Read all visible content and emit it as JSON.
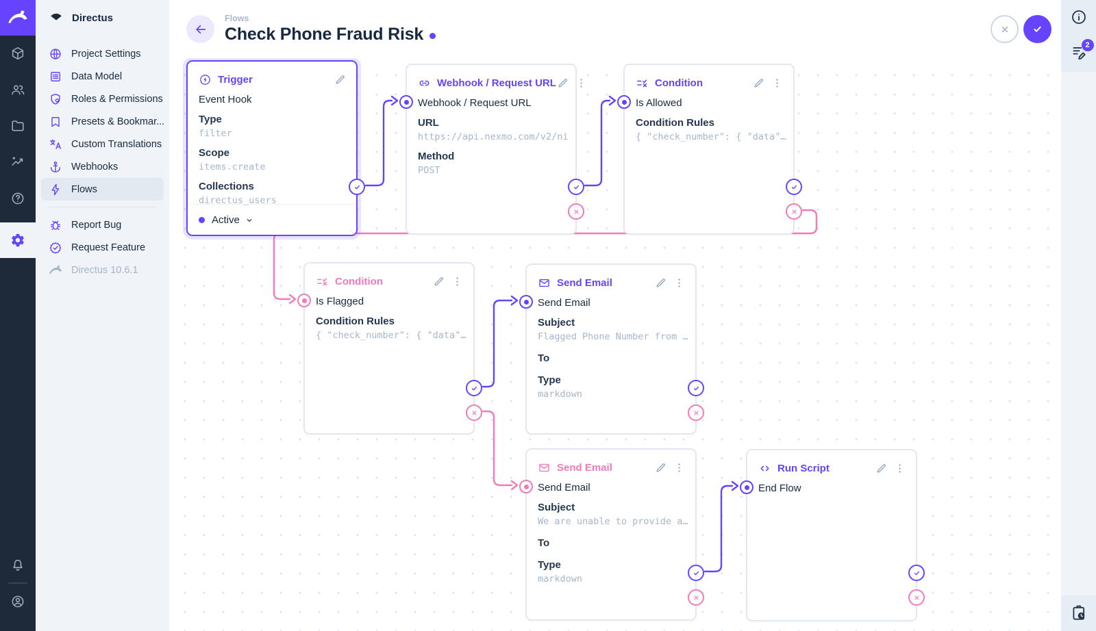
{
  "colors": {
    "accent_purple": "#6644FF",
    "reject_pink": "#F27AB8",
    "text_dark": "#172940",
    "text_muted_mono": "#A6B6CD",
    "module_bar_bg": "#1E2A39",
    "sidebar_bg": "#F0F4F9",
    "panel_border": "#E3E8F0"
  },
  "module_bar": {
    "icons": [
      "content-cube",
      "users",
      "files-folder",
      "insights",
      "help",
      "settings",
      "notifications-bell",
      "account-circle"
    ]
  },
  "sidebar": {
    "project_name": "Directus",
    "items": [
      {
        "label": "Project Settings",
        "icon": "globe-icon"
      },
      {
        "label": "Data Model",
        "icon": "list-alt-icon"
      },
      {
        "label": "Roles & Permissions",
        "icon": "shield-icon"
      },
      {
        "label": "Presets & Bookmar...",
        "icon": "bookmark-icon"
      },
      {
        "label": "Custom Translations",
        "icon": "translate-icon"
      },
      {
        "label": "Webhooks",
        "icon": "anchor-icon"
      },
      {
        "label": "Flows",
        "icon": "bolt-icon",
        "active": true
      }
    ],
    "secondary": [
      {
        "label": "Report Bug",
        "icon": "bug-icon"
      },
      {
        "label": "Request Feature",
        "icon": "verified-icon"
      }
    ],
    "version": "Directus 10.6.1"
  },
  "header": {
    "breadcrumb": "Flows",
    "title": "Check Phone Fraud Risk",
    "cancel_action": "discard-changes",
    "save_action": "save-flow"
  },
  "rail": {
    "notices_badge": "2"
  },
  "flow": {
    "nodes": [
      {
        "id": "trigger",
        "title": "Trigger",
        "tone": "purple",
        "icon": "bolt-circle-icon",
        "head": "Event Hook",
        "fields": [
          {
            "label": "Type",
            "value": "filter"
          },
          {
            "label": "Scope",
            "value": "items.create"
          },
          {
            "label": "Collections",
            "value": "directus_users"
          }
        ],
        "status": "Active"
      },
      {
        "id": "webhook",
        "title": "Webhook / Request URL",
        "tone": "purple",
        "icon": "link-icon",
        "head": "Webhook / Request URL",
        "fields": [
          {
            "label": "URL",
            "value": "https://api.nexmo.com/v2/ni"
          },
          {
            "label": "Method",
            "value": "POST"
          }
        ]
      },
      {
        "id": "condition-allowed",
        "title": "Condition",
        "tone": "purple",
        "icon": "rule-icon",
        "head": "Is Allowed",
        "fields": [
          {
            "label": "Condition Rules",
            "value": "{ \"check_number\": { \"data\"…"
          }
        ]
      },
      {
        "id": "condition-flagged",
        "title": "Condition",
        "tone": "pink",
        "icon": "rule-icon",
        "head": "Is Flagged",
        "fields": [
          {
            "label": "Condition Rules",
            "value": "{ \"check_number\": { \"data\"…"
          }
        ]
      },
      {
        "id": "send-email-flagged",
        "title": "Send Email",
        "tone": "purple",
        "icon": "mail-icon",
        "head": "Send Email",
        "fields": [
          {
            "label": "Subject",
            "value": "Flagged Phone Number from …"
          },
          {
            "label": "To",
            "value": ""
          },
          {
            "label": "Type",
            "value": "markdown"
          }
        ]
      },
      {
        "id": "send-email-unable",
        "title": "Send Email",
        "tone": "pink",
        "icon": "mail-icon",
        "head": "Send Email",
        "fields": [
          {
            "label": "Subject",
            "value": "We are unable to provide a…"
          },
          {
            "label": "To",
            "value": ""
          },
          {
            "label": "Type",
            "value": "markdown"
          }
        ]
      },
      {
        "id": "run-script",
        "title": "Run Script",
        "tone": "purple",
        "icon": "code-icon",
        "head": "End Flow",
        "fields": []
      }
    ],
    "edges": [
      {
        "from": "trigger",
        "output": "resolve",
        "to": "webhook"
      },
      {
        "from": "webhook",
        "output": "resolve",
        "to": "condition-allowed"
      },
      {
        "from": "condition-allowed",
        "output": "reject",
        "to": "condition-flagged"
      },
      {
        "from": "condition-flagged",
        "output": "resolve",
        "to": "send-email-flagged"
      },
      {
        "from": "condition-flagged",
        "output": "reject",
        "to": "send-email-unable"
      },
      {
        "from": "send-email-unable",
        "output": "resolve",
        "to": "run-script"
      }
    ]
  }
}
